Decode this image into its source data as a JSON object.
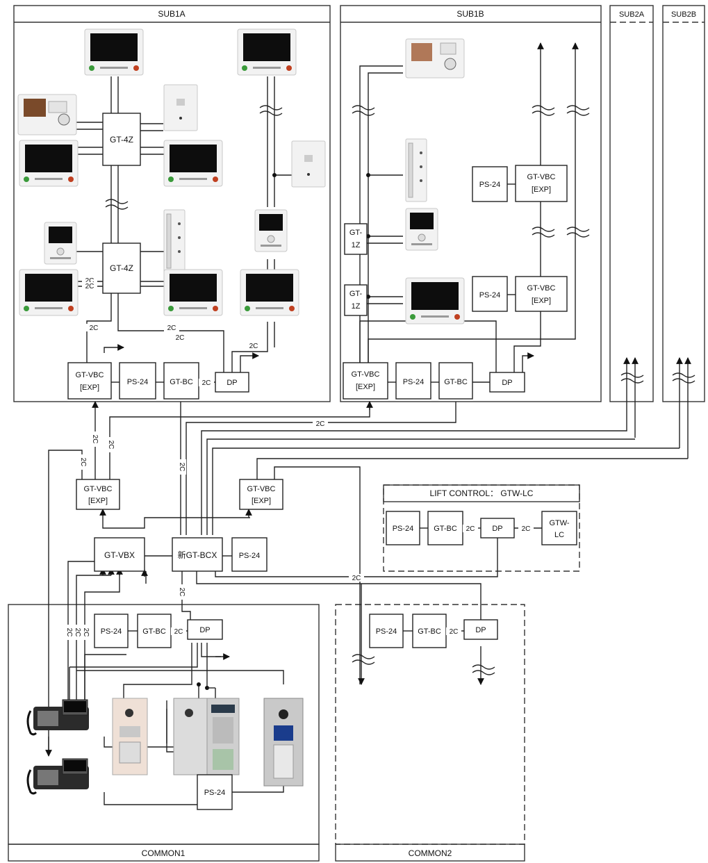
{
  "regions": {
    "sub1a": "SUB1A",
    "sub1b": "SUB1B",
    "sub2a": "SUB2A",
    "sub2b": "SUB2B",
    "lift_control": "LIFT CONTROL： GTW-LC",
    "common1": "COMMON1",
    "common2": "COMMON2"
  },
  "labels": {
    "gt_4z": "GT-4Z",
    "gt_1z_a": "GT-",
    "gt_1z_b": "1Z",
    "gt_vbc": "GT-VBC",
    "exp": "[EXP]",
    "ps_24": "PS-24",
    "gt_bc": "GT-BC",
    "dp": "DP",
    "gt_vbx": "GT-VBX",
    "gt_bcx": "新GT-BCX",
    "gtw_a": "GTW-",
    "gtw_b": "LC",
    "wire_2c": "2C"
  }
}
